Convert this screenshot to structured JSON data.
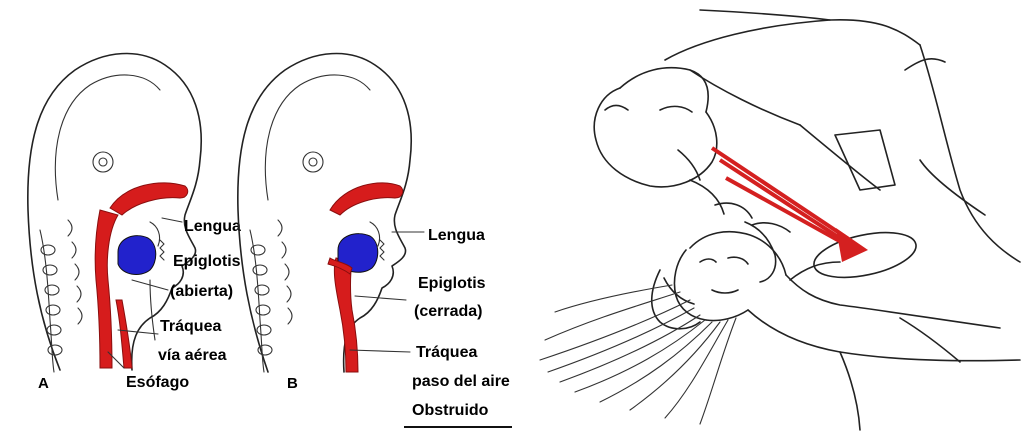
{
  "colors": {
    "airway_red": "#d61c1c",
    "tongue_blue": "#2222cc",
    "line": "#222222",
    "arrow_red": "#d42020"
  },
  "panel_a": {
    "letter": "A",
    "labels": {
      "tongue": "Lengua",
      "epiglottis": "Epiglotis",
      "epiglottis_state": "(abierta)",
      "trachea": "Tráquea",
      "airway": "vía aérea",
      "esophagus": "Esófago"
    }
  },
  "panel_b": {
    "letter": "B",
    "labels": {
      "tongue": "Lengua",
      "epiglottis": "Epiglotis",
      "epiglottis_state": "(cerrada)",
      "trachea": "Tráquea",
      "airflow": "paso del aire",
      "obstructed": "Obstruido"
    }
  }
}
